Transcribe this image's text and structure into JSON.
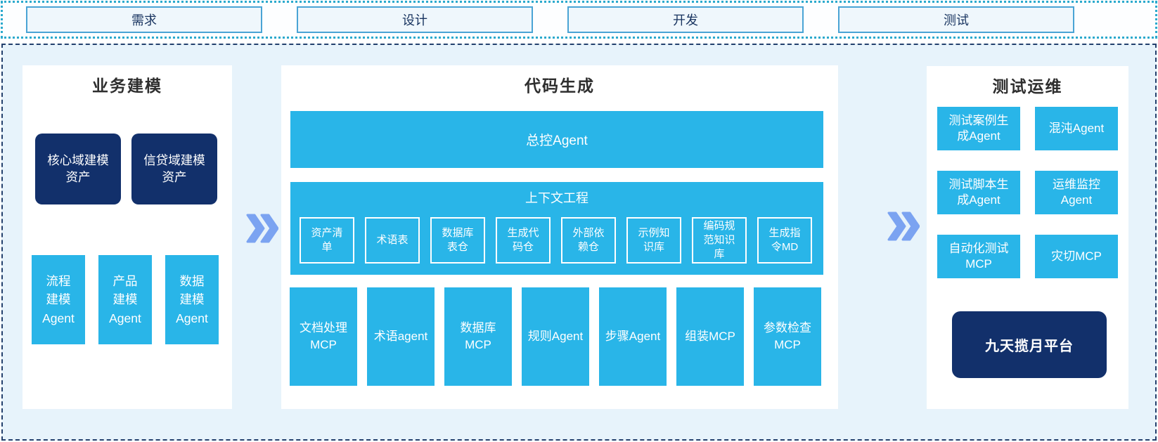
{
  "colors": {
    "cyan": "#29b5e8",
    "navy": "#12306b",
    "container_bg": "#e7f3fb",
    "panel_bg": "#ffffff",
    "arrow": "#7ba3f1",
    "phase_box_fill": "#eff7fc",
    "phase_box_border": "#4aa4d5",
    "top_dotted_border": "#2ba9cd",
    "main_dashed_border": "#23406d",
    "phase_text": "#17335f",
    "title_text": "#2e2e2e"
  },
  "phases": [
    "需求",
    "设计",
    "开发",
    "测试"
  ],
  "business_modeling": {
    "title": "业务建模",
    "assets": [
      "核心域建模\n资产",
      "信贷域建模\n资产"
    ],
    "agents": [
      "流程\n建模\nAgent",
      "产品\n建模\nAgent",
      "数据\n建模\nAgent"
    ]
  },
  "code_generation": {
    "title": "代码生成",
    "master_agent": "总控Agent",
    "context_engineering": {
      "title": "上下文工程",
      "items": [
        "资产清\n单",
        "术语表",
        "数据库\n表仓",
        "生成代\n码仓",
        "外部依\n赖仓",
        "示例知\n识库",
        "编码规\n范知识\n库",
        "生成指\n令MD"
      ]
    },
    "tools": [
      "文档处理\nMCP",
      "术语agent",
      "数据库\nMCP",
      "规则Agent",
      "步骤Agent",
      "组装MCP",
      "参数检查\nMCP"
    ]
  },
  "test_ops": {
    "title": "测试运维",
    "boxes": [
      "测试案例生\n成Agent",
      "混沌Agent",
      "测试脚本生\n成Agent",
      "运维监控\nAgent",
      "自动化测试\nMCP",
      "灾切MCP"
    ],
    "platform": "九天揽月平台"
  }
}
